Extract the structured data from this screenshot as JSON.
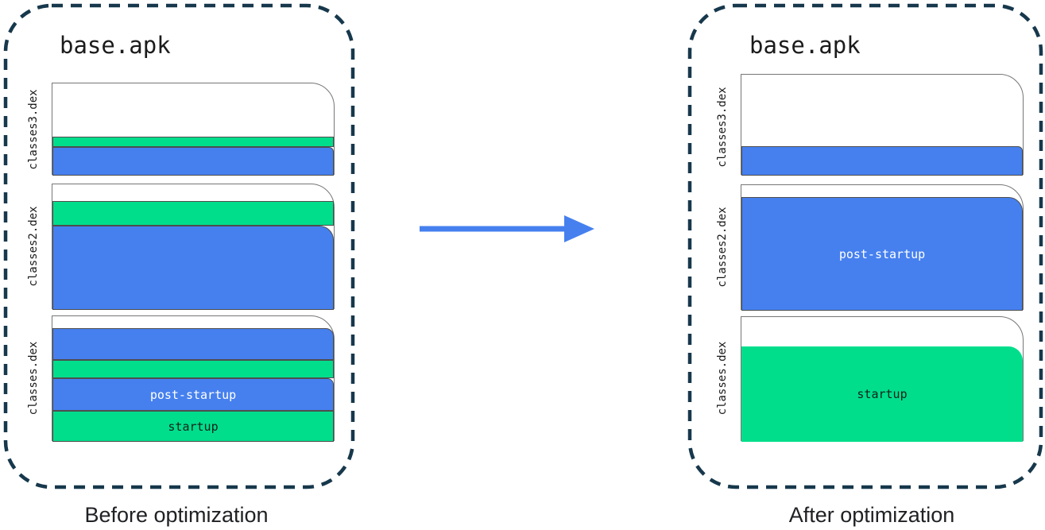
{
  "colors": {
    "startup_green": "#00DE8C",
    "post_startup_blue": "#4680EF",
    "arrow_blue": "#4680EF",
    "container_dash": "#17384C"
  },
  "before": {
    "title": "base.apk",
    "caption": "Before optimization",
    "files": [
      {
        "name": "classes3.dex",
        "segments": [
          {
            "kind": "other",
            "color": "white"
          },
          {
            "kind": "startup",
            "color": "#00DE8C"
          },
          {
            "kind": "post-startup",
            "color": "#4680EF"
          }
        ]
      },
      {
        "name": "classes2.dex",
        "segments": [
          {
            "kind": "other",
            "color": "white"
          },
          {
            "kind": "startup",
            "color": "#00DE8C"
          },
          {
            "kind": "post-startup",
            "color": "#4680EF"
          }
        ]
      },
      {
        "name": "classes.dex",
        "segments": [
          {
            "kind": "other",
            "color": "white"
          },
          {
            "kind": "post-startup",
            "color": "#4680EF"
          },
          {
            "kind": "startup",
            "color": "#00DE8C"
          },
          {
            "kind": "post-startup",
            "color": "#4680EF",
            "label": "post-startup"
          },
          {
            "kind": "startup",
            "color": "#00DE8C",
            "label": "startup"
          }
        ]
      }
    ]
  },
  "after": {
    "title": "base.apk",
    "caption": "After optimization",
    "files": [
      {
        "name": "classes3.dex",
        "segments": [
          {
            "kind": "other",
            "color": "white"
          },
          {
            "kind": "post-startup",
            "color": "#4680EF"
          }
        ]
      },
      {
        "name": "classes2.dex",
        "segments": [
          {
            "kind": "other",
            "color": "white"
          },
          {
            "kind": "post-startup",
            "color": "#4680EF",
            "label": "post-startup"
          }
        ]
      },
      {
        "name": "classes.dex",
        "segments": [
          {
            "kind": "other",
            "color": "white"
          },
          {
            "kind": "startup",
            "color": "#00DE8C",
            "label": "startup"
          }
        ]
      }
    ]
  }
}
